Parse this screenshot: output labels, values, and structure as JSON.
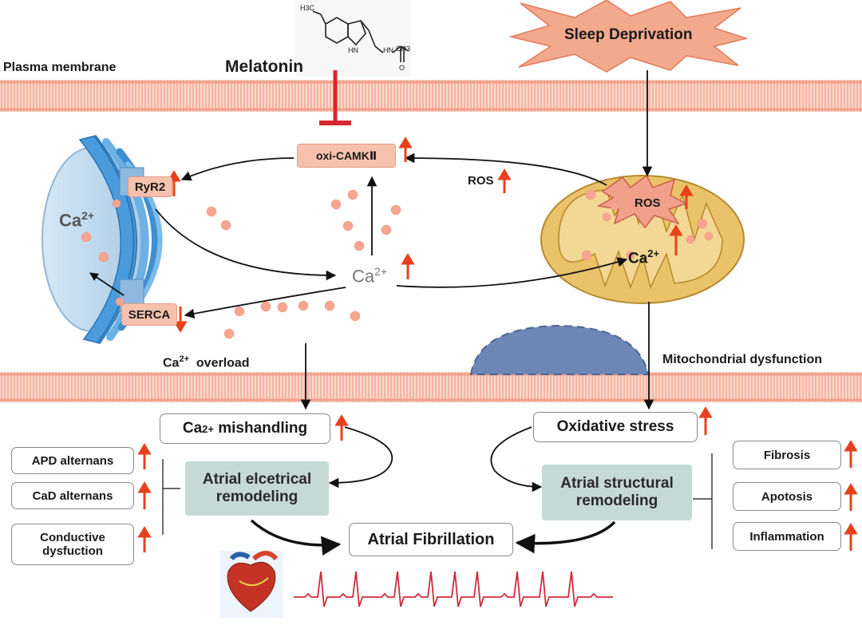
{
  "membranes": {
    "plasma_membrane_label": "Plasma membrane"
  },
  "drug": {
    "name": "Melatonin",
    "structure": {
      "methoxy": "H3C",
      "nh_ring": "HN",
      "nh_chain": "N",
      "h_chain": "H",
      "ch3": "CH3",
      "oxygen": "O"
    }
  },
  "stimulus": {
    "label": "Sleep Deprivation"
  },
  "targets": {
    "camk": "oxi-CAMKⅡ",
    "ryr2": "RyR2",
    "serca": "SERCA",
    "ros_outside": "ROS",
    "ros_mito": "ROS"
  },
  "ions": {
    "sr_calcium": "Ca",
    "sr_calcium_sup": "2+",
    "cyto_calcium": "Ca",
    "cyto_calcium_sup": "2+",
    "mito_calcium": "Ca",
    "mito_calcium_sup": "2+"
  },
  "labels": {
    "overload_ca": "Ca",
    "overload_sup": "2+",
    "overload_text": "overload",
    "mito_dysfunction": "Mitochondrial dysfunction"
  },
  "outcomes": {
    "mishandling_ca": "Ca",
    "mishandling_sup": "2+",
    "mishandling_text": "mishandling",
    "oxidative_stress": "Oxidative stress",
    "electrical_line1": "Atrial elcetrical",
    "electrical_line2": "remodeling",
    "structural_line1": "Atrial structural",
    "structural_line2": "remodeling",
    "atrial_fibrillation": "Atrial Fibrillation"
  },
  "left_list": [
    {
      "line1": "APD alternans",
      "line2": ""
    },
    {
      "line1": "CaD  alternans",
      "line2": ""
    },
    {
      "line1": "Conductive",
      "line2": "dysfuction"
    }
  ],
  "right_list": [
    {
      "label": "Fibrosis"
    },
    {
      "label": "Apotosis"
    },
    {
      "label": "Inflammation"
    }
  ],
  "colors": {
    "up_arrow": "#e8401c",
    "inhibit": "#d7262c",
    "membrane": "#f6b9a6",
    "sr": "#3d8fd1",
    "mito_outer": "#e9c26a",
    "ion": "#f7a593",
    "teal_box": "#c5d9d5"
  }
}
